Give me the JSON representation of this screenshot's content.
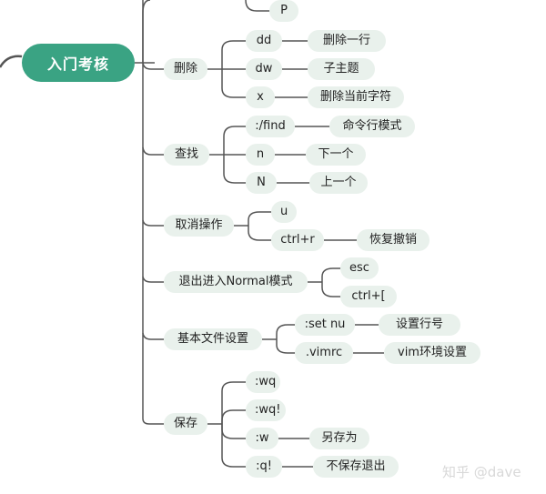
{
  "root": {
    "label": "入门考核"
  },
  "top_partial": {
    "label": "P"
  },
  "branches": [
    {
      "label": "删除",
      "children": [
        {
          "label": "dd",
          "leaf": "删除一行"
        },
        {
          "label": "dw",
          "leaf": "子主题"
        },
        {
          "label": "x",
          "leaf": "删除当前字符"
        }
      ]
    },
    {
      "label": "查找",
      "children": [
        {
          "label": ":/find",
          "leaf": "命令行模式"
        },
        {
          "label": "n",
          "leaf": "下一个"
        },
        {
          "label": "N",
          "leaf": "上一个"
        }
      ]
    },
    {
      "label": "取消操作",
      "children": [
        {
          "label": "u"
        },
        {
          "label": "ctrl+r",
          "leaf": "恢复撤销"
        }
      ]
    },
    {
      "label": "退出进入Normal模式",
      "children": [
        {
          "label": "esc"
        },
        {
          "label": "ctrl+["
        }
      ]
    },
    {
      "label": "基本文件设置",
      "children": [
        {
          "label": ":set nu",
          "leaf": "设置行号"
        },
        {
          "label": ".vimrc",
          "leaf": "vim环境设置"
        }
      ]
    },
    {
      "label": "保存",
      "children": [
        {
          "label": ":wq"
        },
        {
          "label": ":wq!"
        },
        {
          "label": ":w",
          "leaf": "另存为"
        },
        {
          "label": ":q!",
          "leaf": "不保存退出"
        }
      ]
    }
  ],
  "watermark": "知乎 @dave",
  "colors": {
    "root_fill": "#3aa383",
    "node_fill": "#e9f1ec",
    "line": "#555555"
  }
}
